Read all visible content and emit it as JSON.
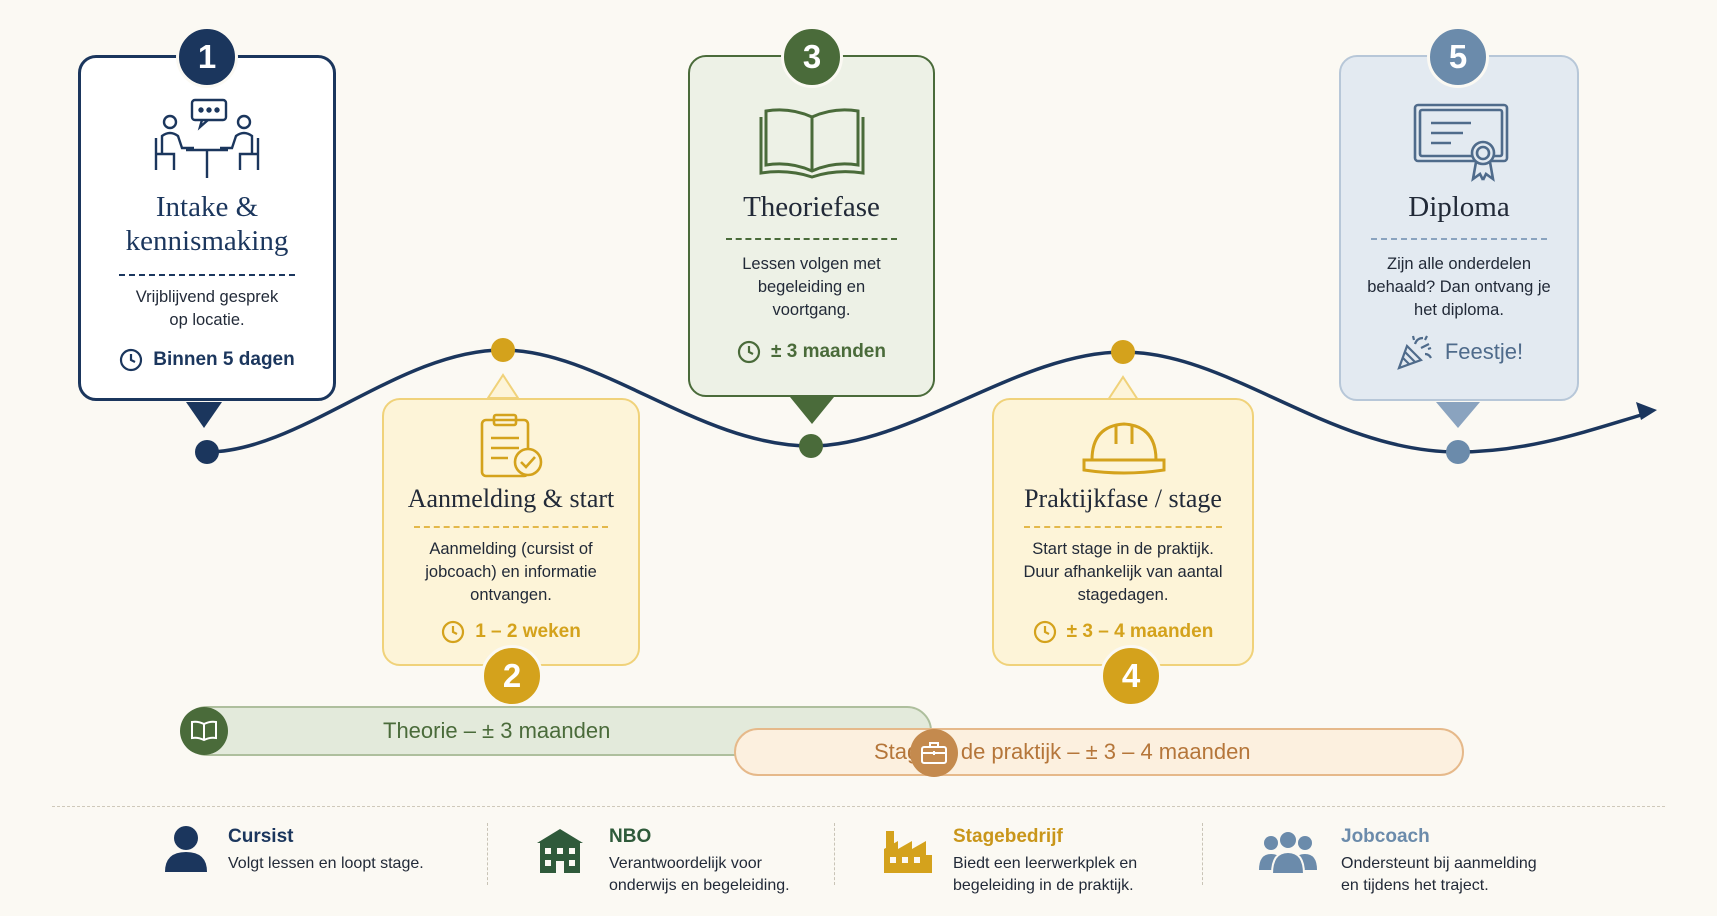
{
  "colors": {
    "navy": "#1b365d",
    "green": "#4a6b3a",
    "gold": "#d4a21c",
    "steel": "#6b8bab",
    "copper": "#c48a4e",
    "background": "#fbf9f3"
  },
  "steps": [
    {
      "number": "1",
      "title": "Intake & kennismaking",
      "description": "Vrijblijvend gesprek op locatie.",
      "time": "Binnen 5 dagen",
      "icon": "meeting-icon"
    },
    {
      "number": "2",
      "title": "Aanmelding & start",
      "description": "Aanmelding (cursist of jobcoach) en informatie ontvangen.",
      "time": "1 – 2 weken",
      "icon": "clipboard-check-icon"
    },
    {
      "number": "3",
      "title": "Theoriefase",
      "description": "Lessen volgen met begeleiding en voortgang.",
      "time": "± 3 maanden",
      "icon": "open-book-icon"
    },
    {
      "number": "4",
      "title": "Praktijkfase / stage",
      "description": "Start stage in de praktijk. Duur afhankelijk van aantal stagedagen.",
      "time": "± 3 – 4 maanden",
      "icon": "hard-hat-icon"
    },
    {
      "number": "5",
      "title": "Diploma",
      "description": "Zijn alle onderdelen behaald? Dan ontvang je het diploma.",
      "extra": "Feestje!",
      "icon": "certificate-icon"
    }
  ],
  "bars": {
    "theory": {
      "label": "Theorie – ± 3 maanden",
      "icon": "book-icon"
    },
    "internship": {
      "label": "Stage in de praktijk – ± 3 – 4 maanden",
      "icon": "briefcase-icon"
    }
  },
  "legend": [
    {
      "title": "Cursist",
      "description": "Volgt lessen en loopt stage.",
      "icon": "person-icon"
    },
    {
      "title": "NBO",
      "description": "Verantwoordelijk voor onderwijs en begeleiding.",
      "icon": "school-building-icon"
    },
    {
      "title": "Stagebedrijf",
      "description": "Biedt een leerwerkplek en begeleiding in de praktijk.",
      "icon": "factory-icon"
    },
    {
      "title": "Jobcoach",
      "description": "Ondersteunt bij aanmelding en tijdens het traject.",
      "icon": "group-icon"
    }
  ]
}
